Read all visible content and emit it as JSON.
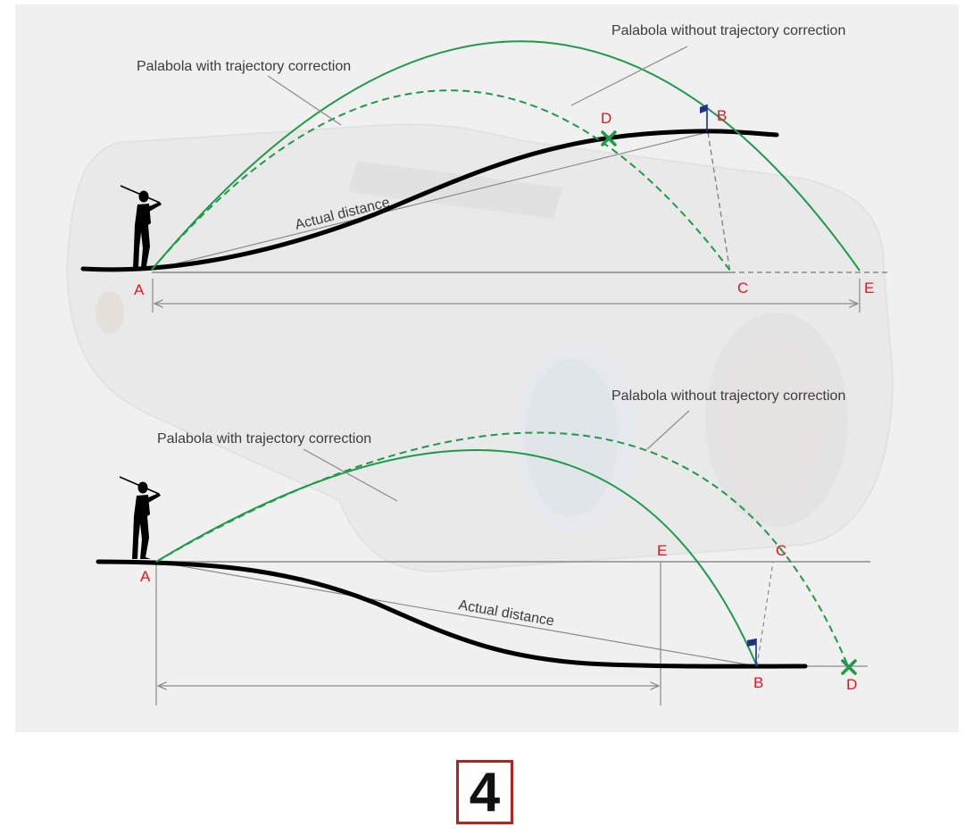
{
  "top": {
    "label_with": "Palabola with trajectory correction",
    "label_without": "Palabola without trajectory correction",
    "label_actual": "Actual distance",
    "points": {
      "A": "A",
      "B": "B",
      "C": "C",
      "D": "D",
      "E": "E"
    }
  },
  "bottom": {
    "label_with": "Palabola with trajectory correction",
    "label_without": "Palabola without trajectory correction",
    "label_actual": "Actual distance",
    "points": {
      "A": "A",
      "B": "B",
      "C": "C",
      "D": "D",
      "E": "E"
    }
  },
  "badge": {
    "number": "4"
  },
  "colors": {
    "green": "#1e9a48",
    "red": "#e8141c",
    "flag": "#1f2f8a",
    "badge_border": "#b5231f"
  },
  "icons": [
    "golfer-icon",
    "flag-icon",
    "cross-marker-icon"
  ]
}
